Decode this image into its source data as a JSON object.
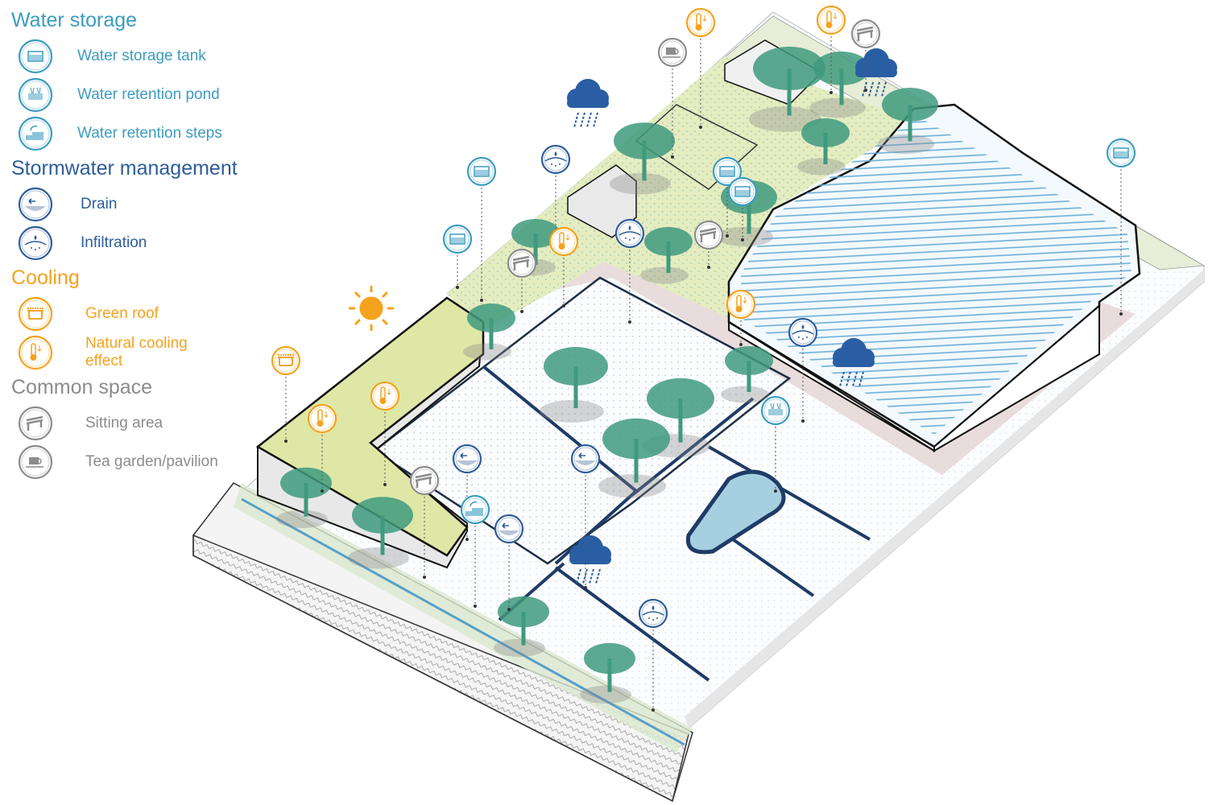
{
  "legend": {
    "water_storage": {
      "title": "Water storage",
      "items": [
        "Water storage tank",
        "Water retention pond",
        "Water retention steps"
      ]
    },
    "stormwater": {
      "title": "Stormwater management",
      "items": [
        "Drain",
        "Infiltration"
      ]
    },
    "cooling": {
      "title": "Cooling",
      "items": [
        "Green roof",
        "Natural cooling effect"
      ]
    },
    "common": {
      "title": "Common space",
      "items": [
        "Sitting area",
        "Tea garden/pavilion"
      ]
    }
  },
  "colors": {
    "water_storage": "#3c9cc0",
    "stormwater": "#2d5d9a",
    "cooling": "#f5a21e",
    "common": "#8c8c8c",
    "tree": "#3f9a7e",
    "green_roof": "#dfe7a6",
    "cloud": "#2a5ea4"
  }
}
